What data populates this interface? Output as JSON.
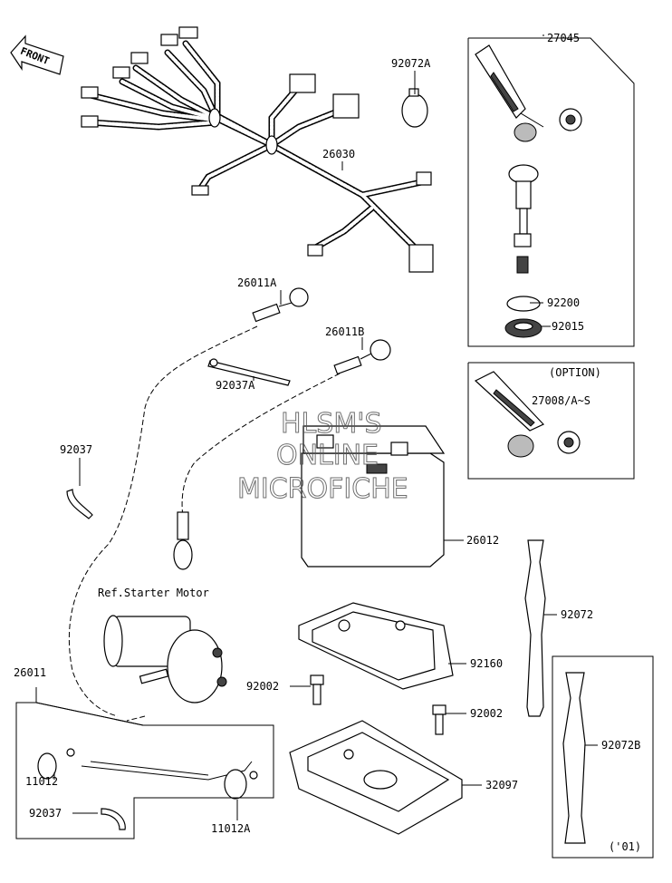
{
  "front_badge": "FRONT",
  "watermark": [
    "HLSM'S",
    "ONLINE",
    "MICROFICHE"
  ],
  "labels": {
    "p27045": "27045",
    "p92072A": "92072A",
    "p26030": "26030",
    "p92200": "92200",
    "p92015": "92015",
    "option": "(OPTION)",
    "p27008": "27008/A~S",
    "p26011A": "26011A",
    "p26011B": "26011B",
    "p92037A": "92037A",
    "p92037_top": "92037",
    "p26012": "26012",
    "ref_starter": "Ref.Starter Motor",
    "p92072": "92072",
    "p92160": "92160",
    "p26011": "26011",
    "p92002_left": "92002",
    "p92002_right": "92002",
    "p92072B": "92072B",
    "p11012": "11012",
    "p32097": "32097",
    "p92037_bottom": "92037",
    "p11012A": "11012A",
    "year01": "('01)"
  }
}
